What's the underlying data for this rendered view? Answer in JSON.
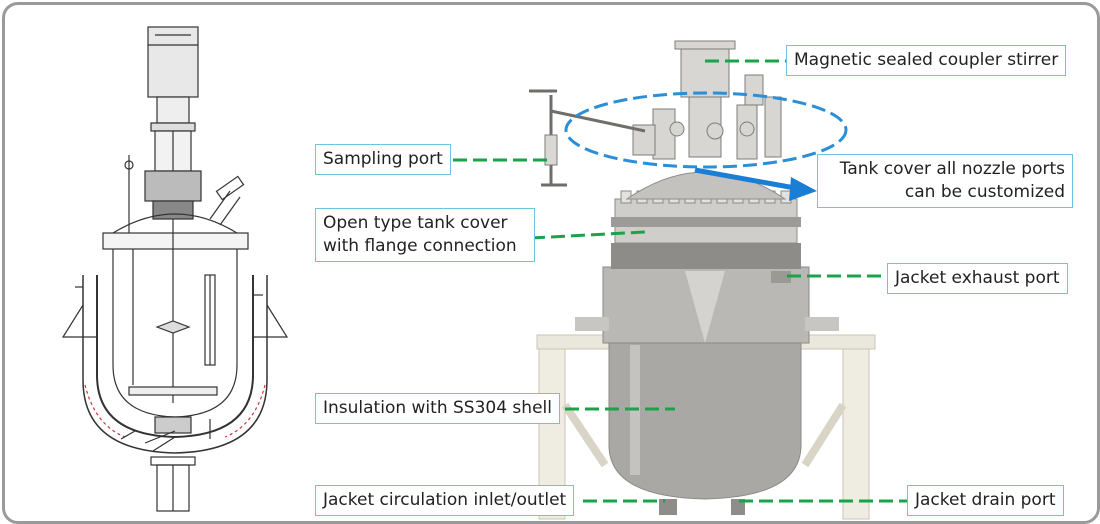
{
  "colors": {
    "label_border": "#6ec3df",
    "leader_line": "#1aa34a",
    "highlight_ellipse": "#2a8fd6",
    "arrow": "#1a7fd4",
    "frame_border": "#9a9a9a"
  },
  "labels": {
    "magnetic_coupler": "Magnetic sealed coupler stirrer",
    "sampling_port": "Sampling port",
    "tank_cover_nozzles_line1": "Tank cover all nozzle ports",
    "tank_cover_nozzles_line2": "can be customized",
    "open_cover_line1": "Open type tank cover",
    "open_cover_line2": "with flange connection",
    "jacket_exhaust": "Jacket exhaust port",
    "insulation_shell": "Insulation with SS304 shell",
    "jacket_circulation": "Jacket circulation inlet/outlet",
    "jacket_drain": "Jacket drain port"
  }
}
